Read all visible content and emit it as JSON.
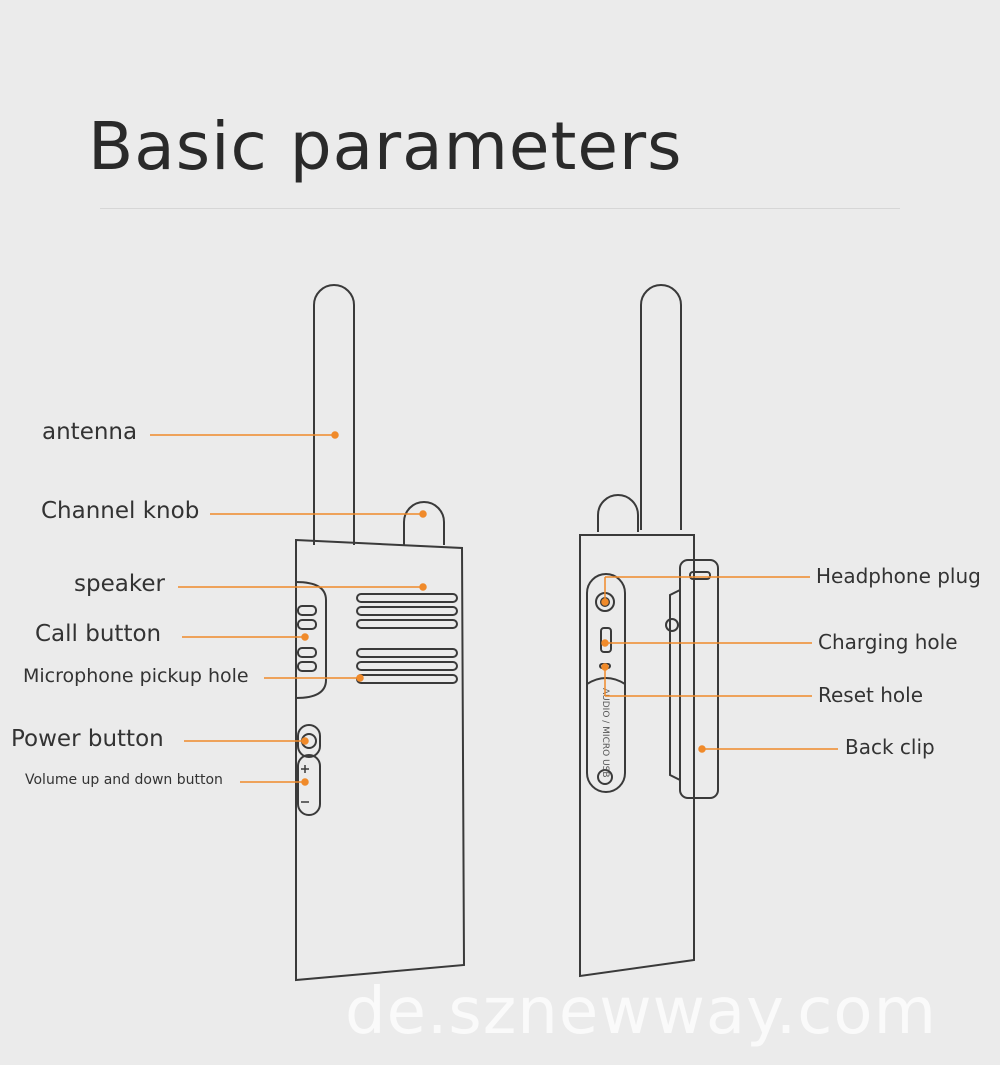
{
  "title": "Basic parameters",
  "accent_color": "#f08a2a",
  "labels_left": {
    "antenna": "antenna",
    "channel_knob": "Channel knob",
    "speaker": "speaker",
    "call_button": "Call button",
    "microphone": "Microphone pickup hole",
    "power_button": "Power button",
    "volume": "Volume up and down button"
  },
  "labels_right": {
    "headphone": "Headphone plug",
    "charging": "Charging hole",
    "reset": "Reset hole",
    "back_clip": "Back clip"
  },
  "side_panel_text": "AUDIO / MICRO USB",
  "watermark": "de.sznewway.com"
}
